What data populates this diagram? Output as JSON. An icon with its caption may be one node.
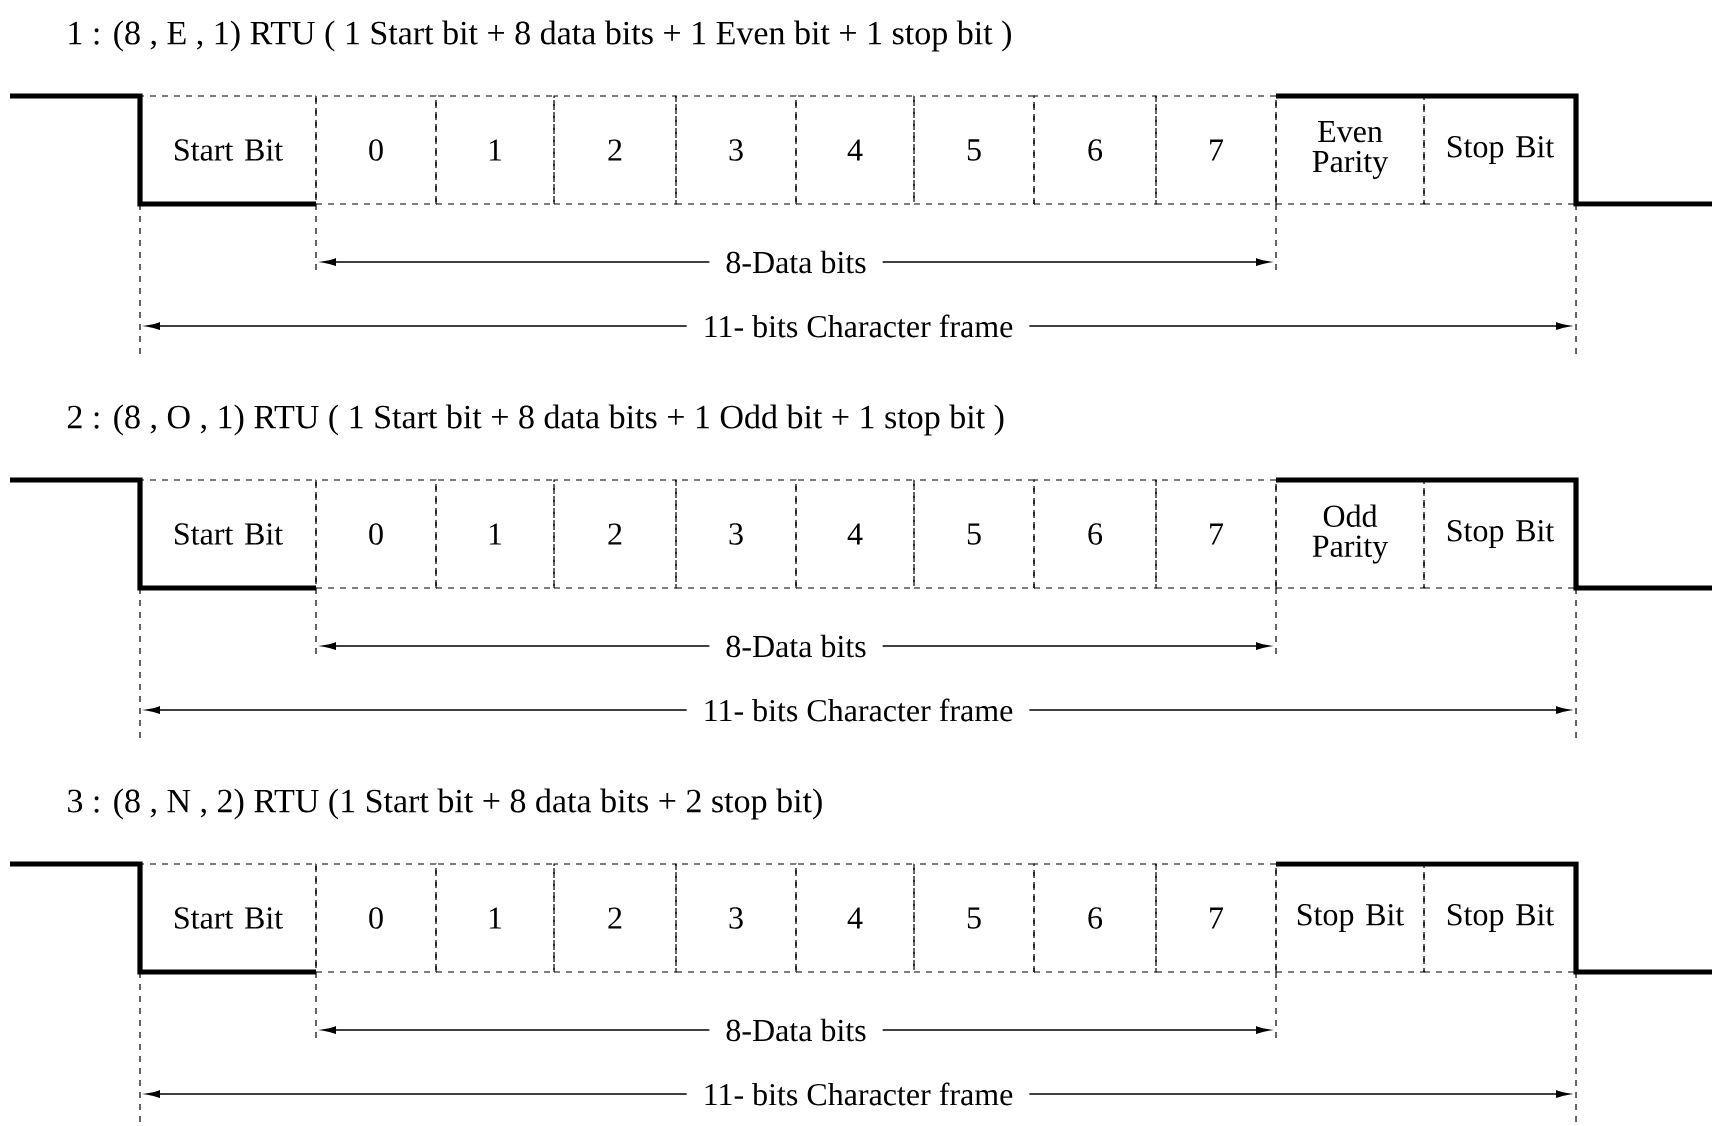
{
  "diagram": {
    "nodes": [
      {
        "text": [
          "Start Bit"
        ]
      },
      {
        "text": [
          "0"
        ]
      },
      {
        "text": [
          "1"
        ]
      },
      {
        "text": [
          "2"
        ]
      },
      {
        "text": [
          "3"
        ]
      },
      {
        "text": [
          "4"
        ]
      },
      {
        "text": [
          "5"
        ]
      },
      {
        "text": [
          "6"
        ]
      },
      {
        "text": [
          "7"
        ]
      },
      {
        "text": [
          "Even Parity"
        ]
      },
      {
        "text": [
          "Stop Bit"
        ]
      },
      {
        "text": [
          "Start Bit"
        ]
      },
      {
        "text": [
          "0"
        ]
      },
      {
        "text": [
          "1"
        ]
      },
      {
        "text": [
          "2"
        ]
      },
      {
        "text": [
          "3"
        ]
      },
      {
        "text": [
          "4"
        ]
      },
      {
        "text": [
          "5"
        ]
      },
      {
        "text": [
          "6"
        ]
      },
      {
        "text": [
          "7"
        ]
      },
      {
        "text": [
          "Odd Parity"
        ]
      },
      {
        "text": [
          "Stop Bit"
        ]
      },
      {
        "text": [
          "Start Bit"
        ]
      },
      {
        "text": [
          "0"
        ]
      },
      {
        "text": [
          "1"
        ]
      },
      {
        "text": [
          "2"
        ]
      },
      {
        "text": [
          "3"
        ]
      },
      {
        "text": [
          "4"
        ]
      },
      {
        "text": [
          "5"
        ]
      },
      {
        "text": [
          "6"
        ]
      },
      {
        "text": [
          "7"
        ]
      },
      {
        "text": [
          "Stop Bit"
        ]
      },
      {
        "text": [
          "Stop Bit"
        ]
      }
    ],
    "labels": [
      "1 : (8 , E , 1) RTU ( 1 Start bit + 8 data bits + 1 Even bit + 1 stop bit )",
      "8-Data bits",
      "11- bits Character frame",
      "2 : (8 , O , 1) RTU ( 1 Start bit + 8 data bits + 1 Odd bit + 1 stop bit )",
      "8-Data bits",
      "11- bits Character frame",
      "3 : (8 , N , 2) RTU (1 Start bit + 8 data bits + 2 stop bit)",
      "8-Data bits",
      "11- bits Character frame"
    ]
  }
}
